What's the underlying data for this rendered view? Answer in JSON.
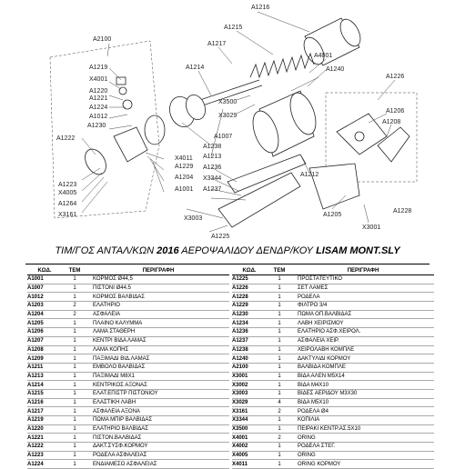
{
  "title": {
    "prefix": "ΤΙΜ/ΓΟΣ ΑΝΤΑΛ/ΚΩΝ ",
    "year": "2016",
    "middle": " ΑΕΡΟΨΑΛΙΔΟΥ ΔΕΝΔΡ/ΚΟΥ ",
    "brand": "LISAM MONT.SLY"
  },
  "table_headers": {
    "code": "ΚΩΔ.",
    "qty": "ΤΕΜ",
    "desc": "ΠΕΡΙΓΡΑΦΗ"
  },
  "diagram_labels": [
    "A2100",
    "A1216",
    "A1215",
    "A1217",
    "A1214",
    "A4001",
    "A1240",
    "A1226",
    "A1219",
    "X4001",
    "A1220",
    "A1221",
    "A1224",
    "A1012",
    "A1230",
    "A1222",
    "X3500",
    "X3029",
    "A1206",
    "A1208",
    "A1007",
    "A1238",
    "A1213",
    "A1236",
    "X3344",
    "A1237",
    "A1212",
    "A1229",
    "X4011",
    "A1001",
    "A1204",
    "A1205",
    "X3001",
    "X3003",
    "A1225",
    "A1223",
    "X4005",
    "A1264",
    "X3161",
    "A1228"
  ],
  "rows_left": [
    {
      "code": "A1001",
      "qty": "1",
      "desc": "ΚΟΡΜΟΣ Ø44,5"
    },
    {
      "code": "A1007",
      "qty": "1",
      "desc": "ΠΙΣΤΟΝΙ Ø44,5"
    },
    {
      "code": "A1012",
      "qty": "1",
      "desc": "ΚΟΡΜΟΣ ΒΑΛΒΙΔΑΣ"
    },
    {
      "code": "A1203",
      "qty": "2",
      "desc": "ΕΛΑΤΗΡΙΟ"
    },
    {
      "code": "A1204",
      "qty": "2",
      "desc": "ΑΣΦΑΛΕΙΑ"
    },
    {
      "code": "A1205",
      "qty": "1",
      "desc": "ΠΛΑΙΝΟ ΚΑΛΥΜΜΑ"
    },
    {
      "code": "A1206",
      "qty": "1",
      "desc": "ΛΑΜΑ ΣΤΑΘΕΡΗ"
    },
    {
      "code": "A1207",
      "qty": "1",
      "desc": "ΚΕΝΤΡΙ ΒΙΔΑ ΛΑΜΑΣ"
    },
    {
      "code": "A1208",
      "qty": "1",
      "desc": "ΛΑΜΑ ΚΟΠΗΣ"
    },
    {
      "code": "A1209",
      "qty": "1",
      "desc": "ΠΑΞΙΜΑΔΙ ΒΙΔ.ΛΑΜΑΣ"
    },
    {
      "code": "A1211",
      "qty": "1",
      "desc": "ΕΜΒΟΛΟ ΒΑΛΒΙΔΑΣ"
    },
    {
      "code": "A1213",
      "qty": "1",
      "desc": "ΠΑΞΙΜΑΔΙ M8X1"
    },
    {
      "code": "A1214",
      "qty": "1",
      "desc": "ΚΕΝΤΡΙΚΟΣ ΑΞΟΝΑΣ"
    },
    {
      "code": "A1215",
      "qty": "1",
      "desc": "ΕΛΑΤ.ΕΠΙΣΤΡ ΠΙΣΤΟΝΙΟΥ"
    },
    {
      "code": "A1216",
      "qty": "1",
      "desc": "ΕΛΑΣΤΙΚΗ ΛΑΒΗ"
    },
    {
      "code": "A1217",
      "qty": "1",
      "desc": "ΑΣΦΑΛΕΙΑ ΑΞΟΝΑ"
    },
    {
      "code": "A1219",
      "qty": "1",
      "desc": "ΠΩΜΑ ΜΠΙΡ ΒΑΛΒΙΔΑΣ"
    },
    {
      "code": "A1220",
      "qty": "1",
      "desc": "ΕΛΑΤΗΡΙΟ ΒΑΛΒΙΔΑΣ"
    },
    {
      "code": "A1221",
      "qty": "1",
      "desc": "ΠΙΣΤΟΝ.ΒΑΛΒΙΔΑΣ"
    },
    {
      "code": "A1222",
      "qty": "1",
      "desc": "ΔΑΚΤ.ΣΥΣΦ.ΚΟΡΜΟΥ"
    },
    {
      "code": "A1223",
      "qty": "1",
      "desc": "ΡΟΔΕΛΑ ΑΣΦΑΛΕΙΑΣ"
    },
    {
      "code": "A1224",
      "qty": "1",
      "desc": "ΕΝΔΙΑΜΕΣΟ ΑΣΦΑΛΕΙΑΣ"
    }
  ],
  "rows_right": [
    {
      "code": "A1225",
      "qty": "1",
      "desc": "ΠΡΟΣΤΑΤΕΥΤΙΚΟ"
    },
    {
      "code": "A1226",
      "qty": "1",
      "desc": "ΣΕΤ ΛΑΜΕΣ"
    },
    {
      "code": "A1228",
      "qty": "1",
      "desc": "ΡΟΔΕΛΑ"
    },
    {
      "code": "A1229",
      "qty": "1",
      "desc": "ΦΙΛΤΡΟ 3/4"
    },
    {
      "code": "A1230",
      "qty": "1",
      "desc": "ΠΩΜΑ ΟΠ.ΒΑΛΒΙΔΑΣ"
    },
    {
      "code": "A1234",
      "qty": "1",
      "desc": "ΛΑΒΗ ΧΕΙΡΙΣΜΟΥ"
    },
    {
      "code": "A1236",
      "qty": "1",
      "desc": "ΕΛΑΤΗΡΙΟ ΑΣΦ.ΧΕΙΡΟΛ."
    },
    {
      "code": "A1237",
      "qty": "1",
      "desc": "ΑΣΦΑΛΕΙΑ ΧΕΙΡ."
    },
    {
      "code": "A1238",
      "qty": "1",
      "desc": "ΧΕΙΡΟΛΑΒΗ ΚΟΜΠΛΕ"
    },
    {
      "code": "A1240",
      "qty": "1",
      "desc": "ΔΑΚΤΥΛΙΔΙ ΚΟΡΜΟΥ"
    },
    {
      "code": "A2100",
      "qty": "1",
      "desc": "ΒΑΛΒΙΔΑ ΚΟΜΠΛΕ"
    },
    {
      "code": "X3001",
      "qty": "1",
      "desc": "ΒΙΔΑ ΑΛΕΝ M5X14"
    },
    {
      "code": "X3002",
      "qty": "1",
      "desc": "ΒΙΔΑ M4X10"
    },
    {
      "code": "X3003",
      "qty": "1",
      "desc": "ΒΙΔΕΣ ΑΕΡΙΔΟΥ M3X30"
    },
    {
      "code": "X3029",
      "qty": "4",
      "desc": "ΒΙΔΑ M5X10"
    },
    {
      "code": "X3161",
      "qty": "2",
      "desc": "ΡΟΔΕΛΑ Ø4"
    },
    {
      "code": "X3344",
      "qty": "1",
      "desc": "ΚΟΠΙΛΙΑ"
    },
    {
      "code": "X3500",
      "qty": "1",
      "desc": "ΠΕΙΡΑΚΙ ΚΕΝΤΡ.ΑΣ.5X10"
    },
    {
      "code": "X4001",
      "qty": "2",
      "desc": "ORING"
    },
    {
      "code": "X4002",
      "qty": "1",
      "desc": "ΡΟΔΕΛΑ ΣΤΕΓ."
    },
    {
      "code": "X4005",
      "qty": "1",
      "desc": "ORING"
    },
    {
      "code": "X4011",
      "qty": "1",
      "desc": "ORING ΚΟΡΜΟΥ"
    }
  ]
}
